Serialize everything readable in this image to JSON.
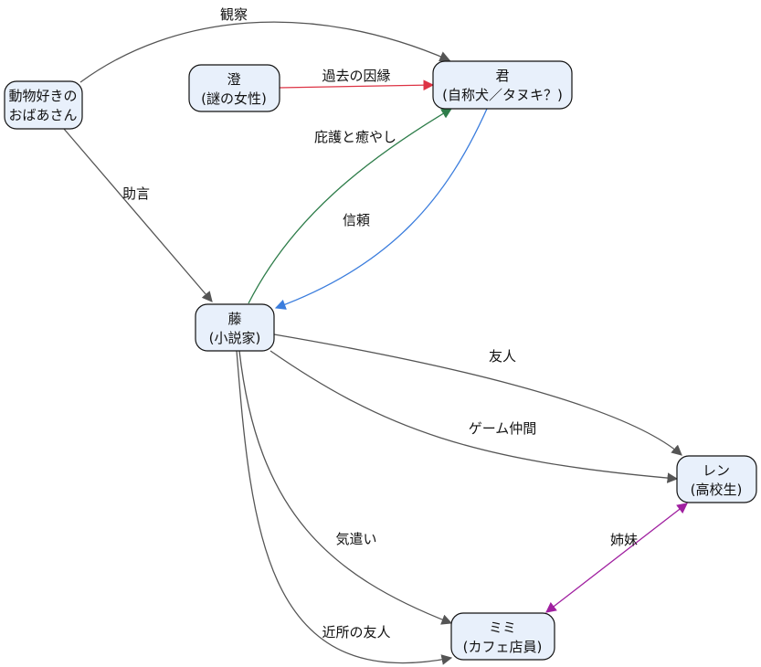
{
  "nodes": {
    "obaasan": {
      "lines": [
        "動物好きの",
        "おばあさん"
      ]
    },
    "sumi": {
      "lines": [
        "澄",
        "(謎の女性)"
      ]
    },
    "kimi": {
      "lines": [
        "君",
        "(自称犬／タヌキ？)"
      ]
    },
    "fuji": {
      "lines": [
        "藤",
        "(小説家)"
      ]
    },
    "ren": {
      "lines": [
        "レン",
        "(高校生)"
      ]
    },
    "mimi": {
      "lines": [
        "ミミ",
        "(カフェ店員)"
      ]
    }
  },
  "edges": [
    {
      "id": "kansatsu",
      "label": "観察",
      "color": "#555555"
    },
    {
      "id": "kako",
      "label": "過去の因縁",
      "color": "#dd3344"
    },
    {
      "id": "higo",
      "label": "庇護と癒やし",
      "color": "#2e7d4a"
    },
    {
      "id": "shinrai",
      "label": "信頼",
      "color": "#3b7ddd"
    },
    {
      "id": "jogen",
      "label": "助言",
      "color": "#555555"
    },
    {
      "id": "yujin",
      "label": "友人",
      "color": "#555555"
    },
    {
      "id": "game",
      "label": "ゲーム仲間",
      "color": "#555555"
    },
    {
      "id": "kizukai",
      "label": "気遣い",
      "color": "#555555"
    },
    {
      "id": "kinjo",
      "label": "近所の友人",
      "color": "#555555"
    },
    {
      "id": "shimai",
      "label": "姉妹",
      "color": "#a020a0"
    }
  ]
}
